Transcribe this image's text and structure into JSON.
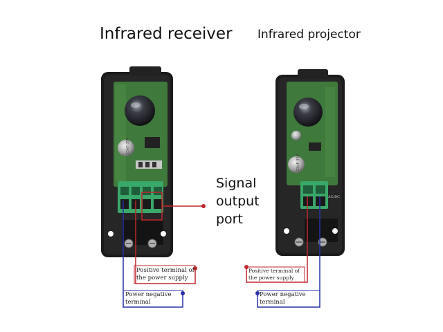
{
  "titles": {
    "receiver": "Infrared receiver",
    "projector": "Infrared projector"
  },
  "signal_label": [
    "Signal",
    "output",
    "port"
  ],
  "receiver_callouts": {
    "positive": [
      "Positive terminal of",
      "the power supply"
    ],
    "negative": [
      "Power negative",
      "terminal"
    ]
  },
  "projector_callouts": {
    "positive": [
      "Positive terminal of",
      "the power supply"
    ],
    "negative": [
      "Power negative",
      "terminal"
    ]
  },
  "component_markings": {
    "receiver_capacitor": "22uF 35V",
    "projector_capacitor": "22uF 35V",
    "projector_terminal": "AC/DC"
  },
  "colors": {
    "positive_wire": "#c0262c",
    "negative_wire": "#2630a8",
    "housing": "#1b1b1b",
    "pcb": "#3f7a3c",
    "terminal_block": "#3aa86a"
  }
}
